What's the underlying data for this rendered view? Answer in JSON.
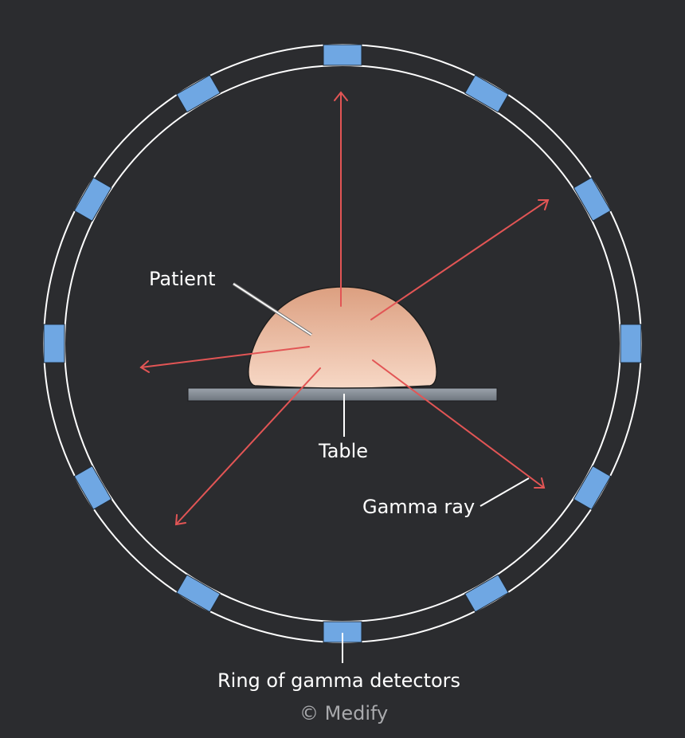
{
  "labels": {
    "patient": "Patient",
    "table": "Table",
    "gamma_ray": "Gamma ray",
    "ring": "Ring of gamma detectors"
  },
  "copyright": "© Medify",
  "colors": {
    "background": "#2b2c2f",
    "ring": "#ffffff",
    "detector": "#6fa7e3",
    "gamma_ray": "#e25555",
    "patient_top": "#dc9f80",
    "patient_bottom": "#f6d6c4",
    "table": "#8c939c",
    "label_text": "#ffffff",
    "copyright_text": "#a9aaad"
  },
  "detector_count": 12
}
